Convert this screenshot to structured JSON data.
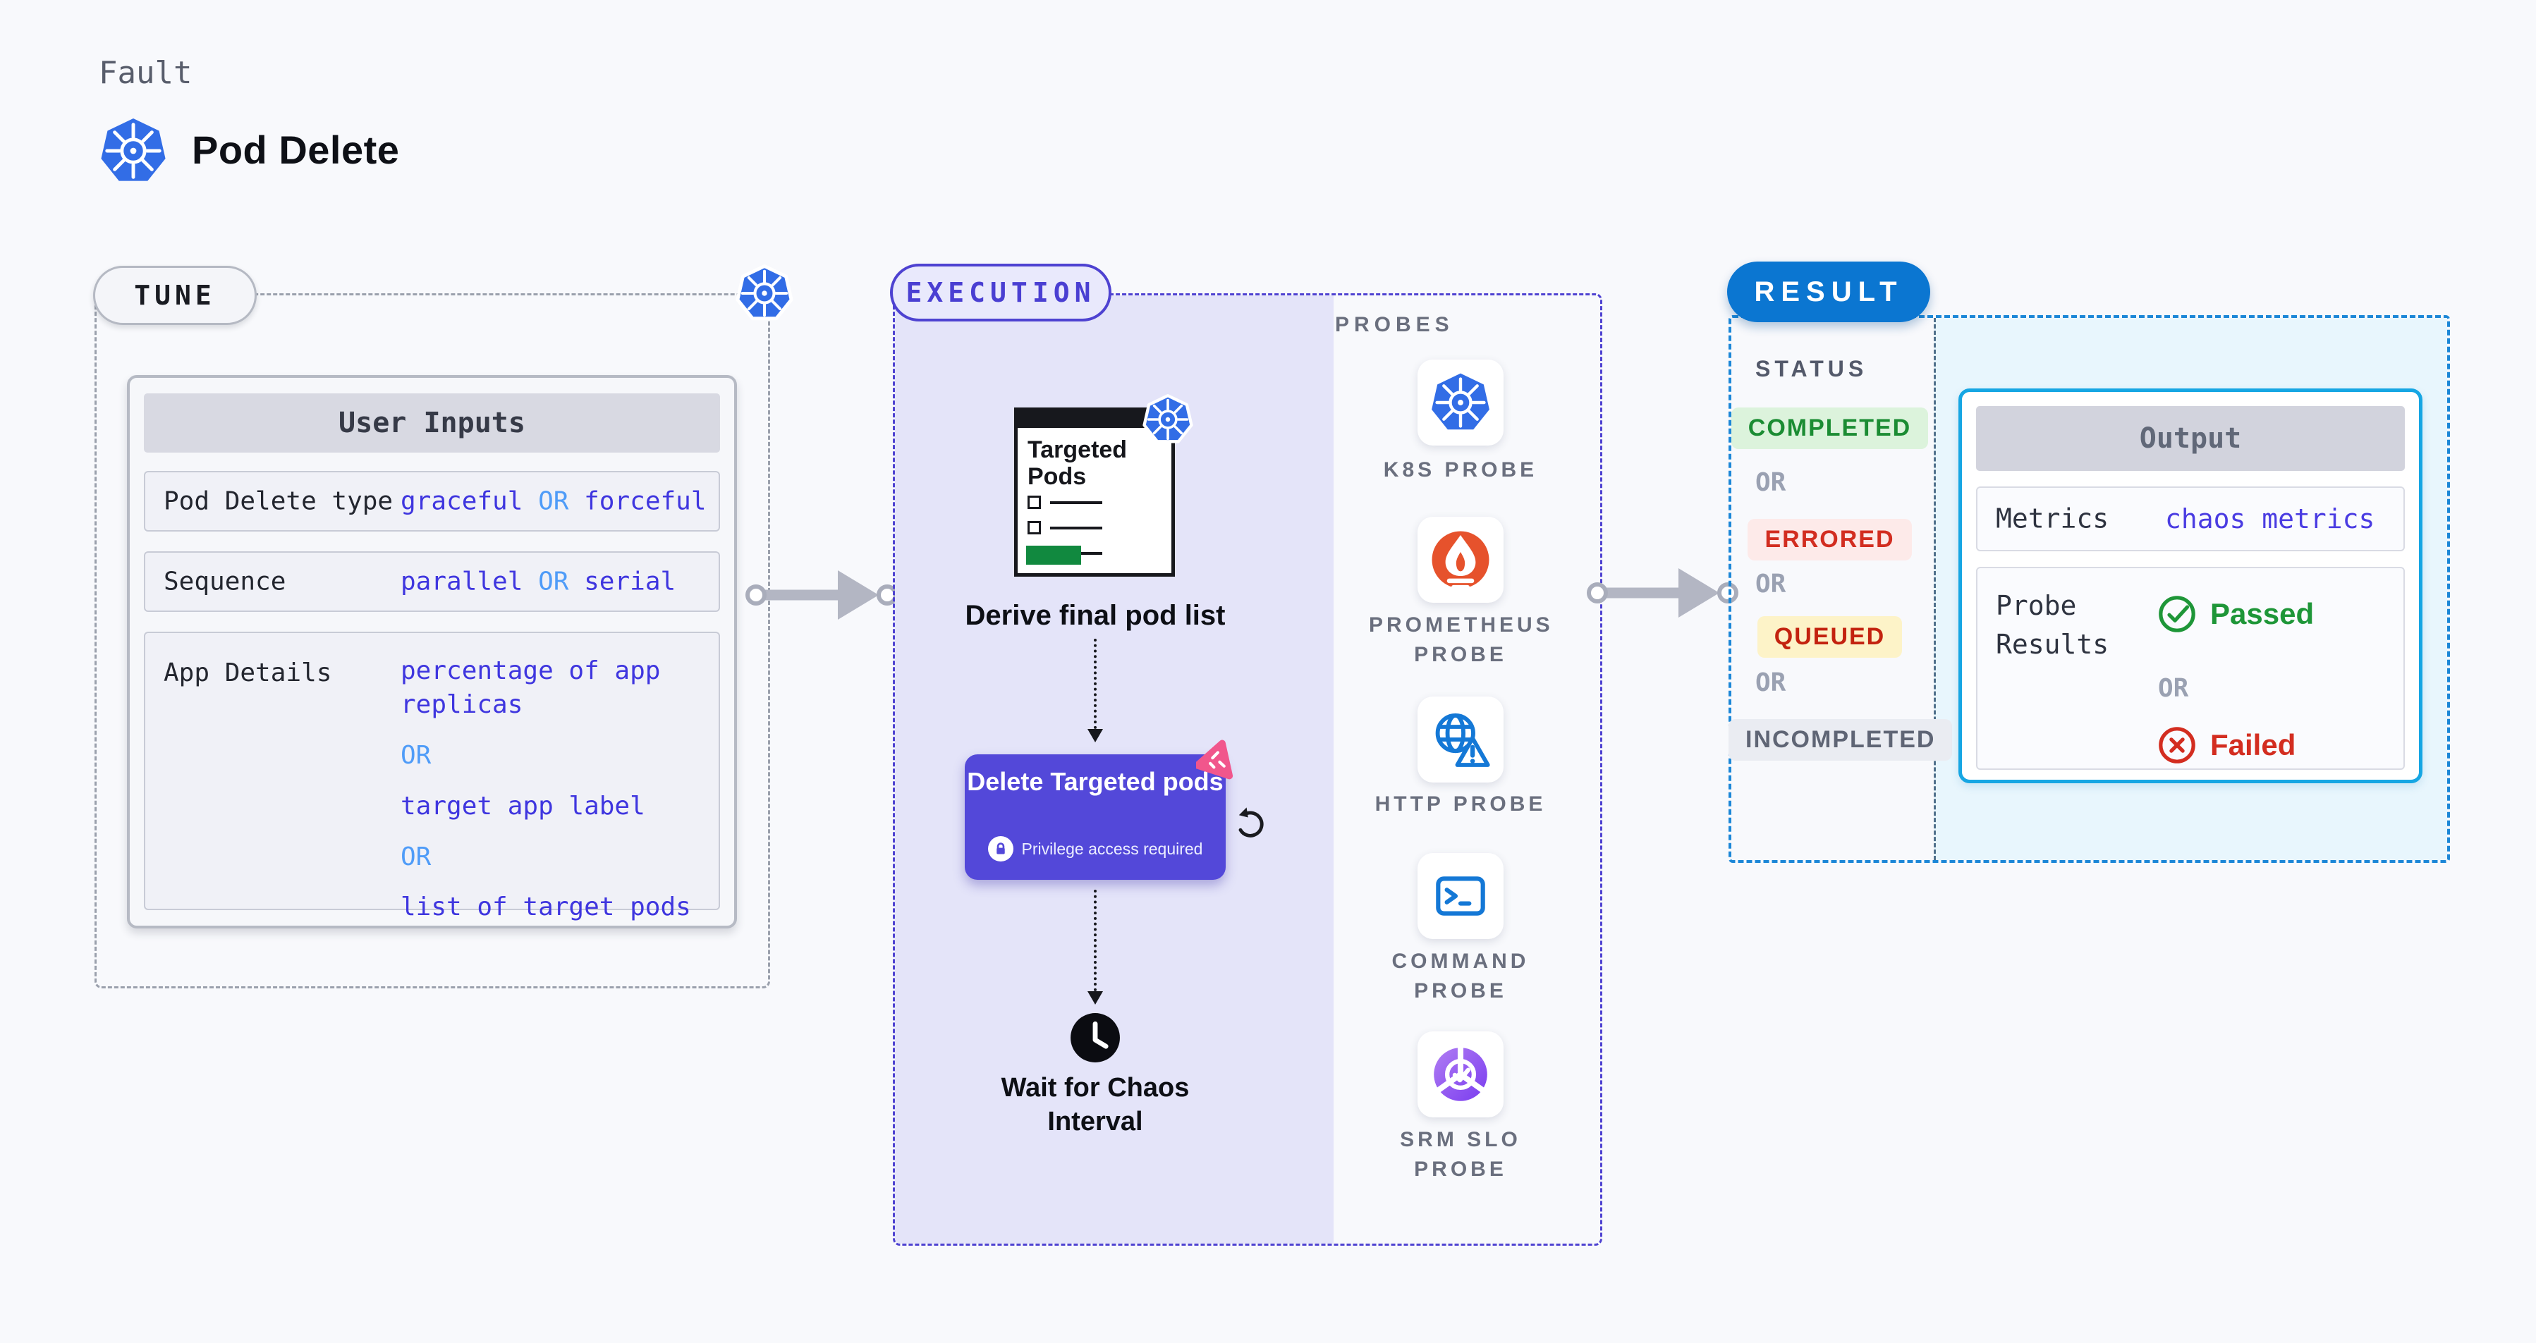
{
  "colors": {
    "page_bg": "#f8f9fc",
    "indigo_accent": "#4e42d1",
    "value_indigo": "#3f36df",
    "or_blue": "#4f9cf8",
    "execution_fill": "#e4e4f9",
    "result_blue": "#0b76d1",
    "result_border": "#1c87d7",
    "output_border": "#16a6e3",
    "output_fill": "#e8f6fd",
    "delete_card": "#5348d9",
    "passed_green": "#1e9638",
    "failed_red": "#d32d20",
    "kubernetes_blue": "#326de6",
    "prometheus_orange": "#e6522c",
    "chaos_pink": "#f1568c",
    "green_bar": "#11893f"
  },
  "header": {
    "eyebrow": "Fault",
    "title": "Pod Delete"
  },
  "tune": {
    "badge": "TUNE",
    "table": {
      "header": "User Inputs",
      "rows": [
        {
          "label": "Pod Delete type",
          "parts": [
            "graceful",
            "OR",
            "forceful"
          ]
        },
        {
          "label": "Sequence",
          "parts": [
            "parallel",
            "OR",
            "serial"
          ]
        },
        {
          "label": "App Details",
          "parts": [
            "percentage of app replicas",
            "OR",
            "target app label",
            "OR",
            "list of target pods"
          ]
        }
      ]
    }
  },
  "execution": {
    "badge": "EXECUTION",
    "targeted_pods_title": "Targeted Pods",
    "derive_label": "Derive final pod list",
    "delete_card": {
      "title": "Delete Targeted pods",
      "privilege": "Privilege access required"
    },
    "wait_label": "Wait for Chaos Interval"
  },
  "probes": {
    "title": "PROBES",
    "items": [
      {
        "label": "K8S PROBE",
        "icon": "kubernetes-icon"
      },
      {
        "label": "PROMETHEUS PROBE",
        "icon": "prometheus-icon"
      },
      {
        "label": "HTTP PROBE",
        "icon": "globe-warning-icon"
      },
      {
        "label": "COMMAND PROBE",
        "icon": "terminal-icon"
      },
      {
        "label": "SRM SLO PROBE",
        "icon": "slo-pie-check-icon"
      }
    ]
  },
  "result": {
    "badge": "RESULT",
    "status": {
      "title": "STATUS",
      "or": "OR",
      "items": [
        {
          "label": "COMPLETED",
          "fg": "#1b8c33",
          "bg": "#dcf3dc"
        },
        {
          "label": "ERRORED",
          "fg": "#d22d20",
          "bg": "#fdeae9"
        },
        {
          "label": "QUEUED",
          "fg": "#c3220f",
          "bg": "#fdf3c8"
        },
        {
          "label": "INCOMPLETED",
          "fg": "#5f6575",
          "bg": "#eaecf2"
        }
      ]
    },
    "output": {
      "header": "Output",
      "metrics_label": "Metrics",
      "metrics_value": "chaos metrics",
      "probe_results_label": "Probe Results",
      "passed": "Passed",
      "or": "OR",
      "failed": "Failed"
    }
  }
}
